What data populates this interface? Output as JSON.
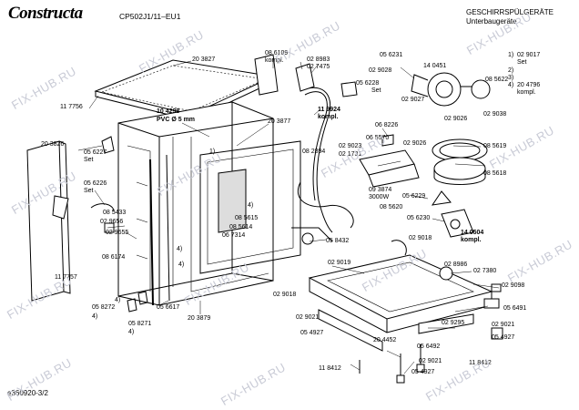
{
  "header": {
    "brand": "Constructa",
    "model": "CP502J1/11–EU1",
    "title_line1": "GESCHIRRSPÜLGERÄTE",
    "title_line2": "Unterbaugeräte"
  },
  "footer": {
    "code": "e360920-3/2"
  },
  "watermark": "FIX-HUB.RU",
  "legend": {
    "l1": "1)",
    "l1v": "02 9017",
    "l1s": "Set",
    "l2": "2)",
    "l3": "3)",
    "l4": "4)",
    "l4v": "20 4796",
    "l4s": "kompl."
  },
  "parts": {
    "p1": "20 3827",
    "p2": "08 6109",
    "p3": "kompl.",
    "p4": "02 8983",
    "p5": "02 7475",
    "p6": "05 6231",
    "p7": "02 9028",
    "p8": "14 0451",
    "p9": "08 5622",
    "p10": "05 6228",
    "p11": "Set",
    "p12": "02 9027",
    "p13": "02 9026",
    "p14": "02 9038",
    "p15": "11 7756",
    "p16": "10 4298",
    "p17": "PVC Ø 5 mm",
    "p18": "20 3877",
    "p19": "11 9924",
    "p20": "kompl.",
    "p21": "06 8226",
    "p22": "06 5570",
    "p23": "02 9023",
    "p24": "02 9026",
    "p25": "08 5619",
    "p26": "20 3826",
    "p27": "05 6227",
    "p28": "Set",
    "p29": "1)",
    "p30": "08 2894",
    "p31": "02 1731",
    "p32": "08 5618",
    "p33": "05 6226",
    "p34": "Set",
    "p35": "4)",
    "p36": "09 3874",
    "p37": "3000W",
    "p38": "05 6229",
    "p39": "08 5433",
    "p40": "02 9656",
    "p41": "02 9655",
    "p42": "08 5615",
    "p43": "08 5614",
    "p44": "06 7314",
    "p45": "08 5620",
    "p46": "05 6230",
    "p47": "4)",
    "p48": "05 8432",
    "p49": "14 0504",
    "p50": "kompl.",
    "p51": "02 9018",
    "p52": "08 6174",
    "p53": "4)",
    "p54": "02 9019",
    "p55": "02 8986",
    "p56": "02 7380",
    "p57": "11 7757",
    "p58": "02 9098",
    "p59": "4)",
    "p60": "05 8272",
    "p61": "4)",
    "p62": "05 6617",
    "p63": "05 8271",
    "p64": "4)",
    "p65": "20 3879",
    "p66": "02 9018",
    "p67": "05 6491",
    "p68": "02 9021",
    "p69": "02 9295",
    "p70": "02 9021",
    "p71": "05 4927",
    "p72": "20 4452",
    "p73": "05 4927",
    "p74": "05 6492",
    "p75": "11 8412",
    "p76": "02 9021",
    "p77": "11 8412",
    "p78": "05 4927"
  }
}
